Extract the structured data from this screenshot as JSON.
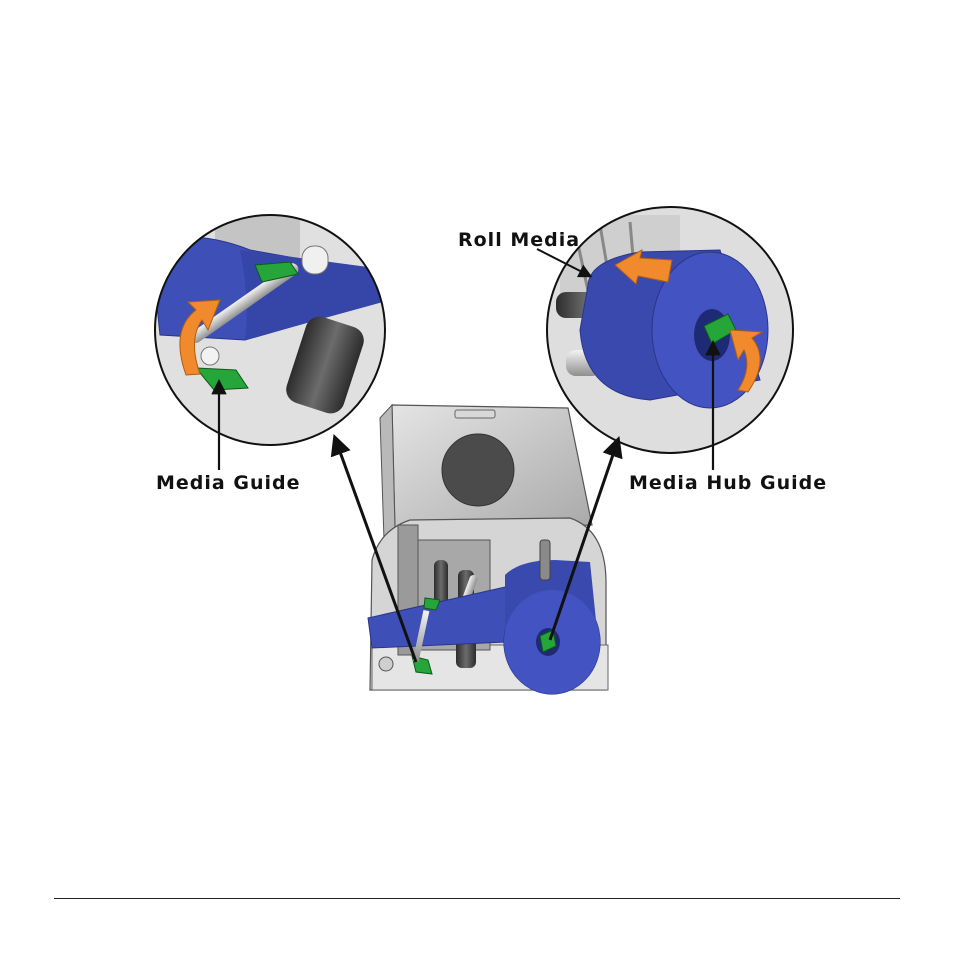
{
  "callouts": {
    "media_guide": "Media Guide",
    "roll_media": "Roll Media",
    "media_hub_guide": "Media Hub Guide"
  },
  "colors": {
    "media_blue": "#3f4fb8",
    "guide_green": "#26a53a",
    "arrow_orange": "#f08a2c",
    "printer_gray": "#c9c9c9"
  }
}
